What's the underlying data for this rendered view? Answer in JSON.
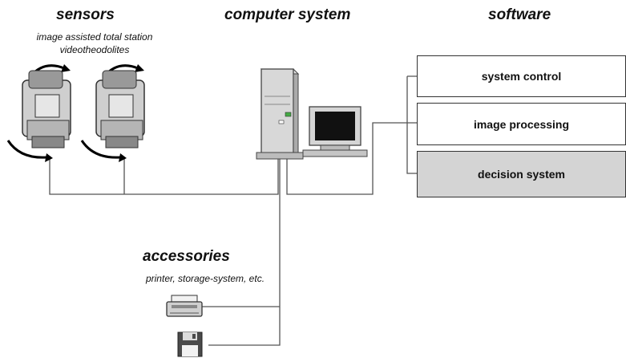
{
  "headings": {
    "sensors": "sensors",
    "computer_system": "computer system",
    "software": "software",
    "accessories": "accessories"
  },
  "sensors_caption": {
    "line1": "image assisted total station",
    "line2": "videotheodolites"
  },
  "accessories_caption": "printer, storage-system, etc.",
  "software_modules": [
    {
      "label": "system control"
    },
    {
      "label": "image processing"
    },
    {
      "label": "decision system"
    }
  ],
  "colors": {
    "line": "#555555",
    "shaded_box": "#d4d4d4",
    "screen": "#111111"
  },
  "icons": [
    "theodolite-icon",
    "theodolite-icon",
    "computer-tower-icon",
    "monitor-icon",
    "printer-icon",
    "floppy-disk-icon"
  ]
}
